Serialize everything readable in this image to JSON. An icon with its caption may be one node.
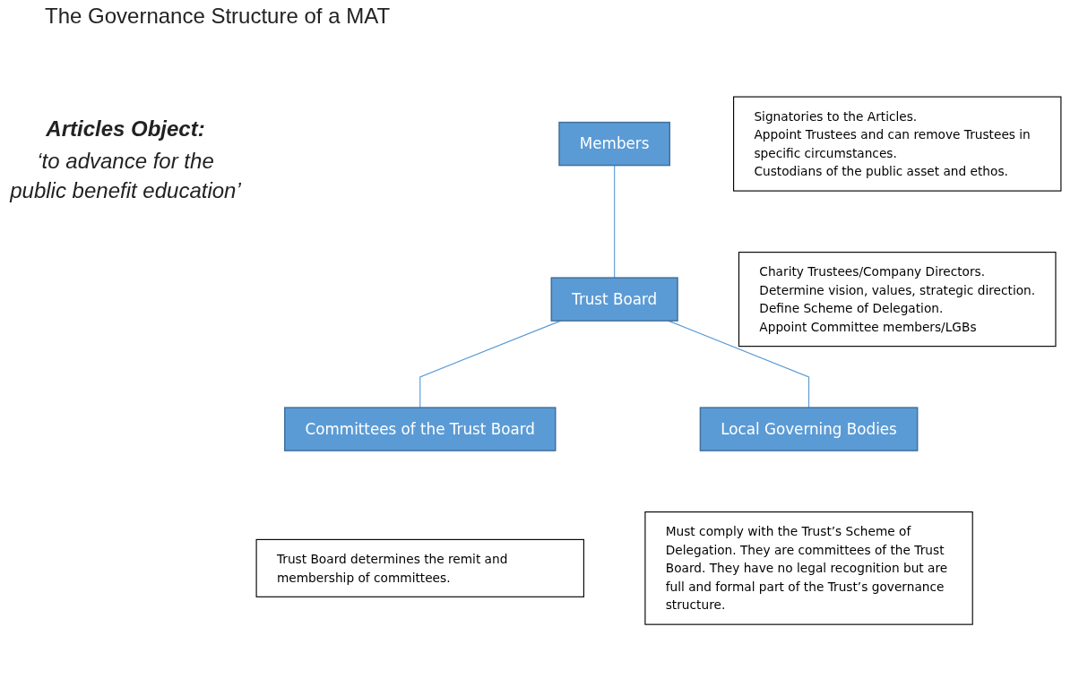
{
  "diagram": {
    "title": "The Governance Structure of a MAT",
    "nodes": [
      {
        "text": [
          "Members"
        ]
      },
      {
        "text": [
          "Signatories to the Articles.",
          "Appoint Trustees and can remove Trustees in specific circumstances.",
          "Custodians of the public asset and ethos."
        ]
      },
      {
        "text": [
          "Trust Board"
        ]
      },
      {
        "text": [
          "Charity Trustees/Company Directors.",
          "Determine vision, values, strategic direction.",
          "Define Scheme of Delegation.",
          "Appoint Committee members/LGBs"
        ]
      },
      {
        "text": [
          "Committees of the Trust Board"
        ]
      },
      {
        "text": [
          "Local Governing Bodies"
        ]
      },
      {
        "text": [
          "Trust Board determines the remit and membership of committees."
        ]
      },
      {
        "text": [
          "Must comply with the Trust’s Scheme of Delegation. They are committees of the Trust Board. They have no legal recognition but are full and formal part of the Trust’s governance structure."
        ]
      }
    ],
    "edges": [
      {
        "from": 0,
        "to": 2,
        "arrow": "none"
      },
      {
        "from": 2,
        "to": 4,
        "arrow": "none"
      },
      {
        "from": 2,
        "to": 5,
        "arrow": "none"
      }
    ],
    "labels": [
      "Articles Object:",
      "‘to advance for the public benefit education’"
    ]
  }
}
